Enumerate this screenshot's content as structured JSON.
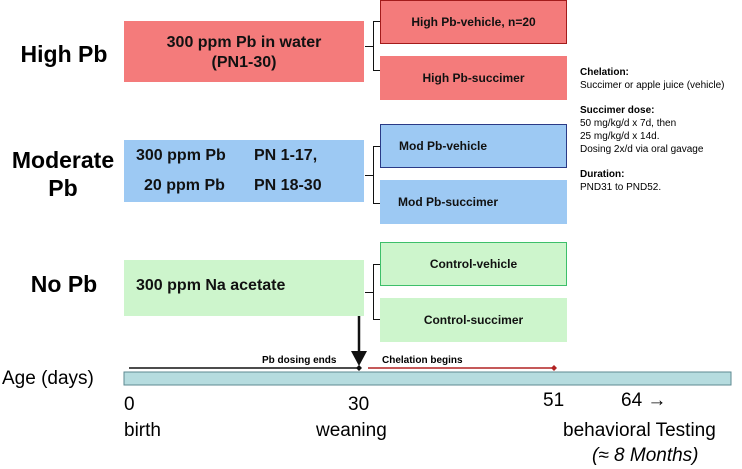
{
  "groups": [
    {
      "label_line1": "High Pb",
      "label_line2": "",
      "treatment_line1": "300 ppm Pb in water",
      "treatment_line2": "(PN1-30)",
      "subgroups": [
        "High Pb-vehicle, n=20",
        "High Pb-succimer"
      ]
    },
    {
      "label_line1": "Moderate",
      "label_line2": "Pb",
      "treatment_rows": [
        {
          "dose": "300 ppm Pb",
          "period": "PN 1-17,"
        },
        {
          "dose": "20 ppm Pb",
          "period": "PN 18-30"
        }
      ],
      "subgroups": [
        "Mod Pb-vehicle",
        "Mod Pb-succimer"
      ]
    },
    {
      "label_line1": "No Pb",
      "label_line2": "",
      "treatment_line1": "300 ppm Na acetate",
      "subgroups": [
        "Control-vehicle",
        "Control-succimer"
      ]
    }
  ],
  "notes": {
    "chelation_heading": "Chelation:",
    "chelation_text": "Succimer or apple juice (vehicle)",
    "dose_heading": "Succimer dose:",
    "dose_lines": [
      "50 mg/kg/d  x 7d, then",
      "25 mg/kg/d   x 14d.",
      "Dosing 2x/d via oral gavage"
    ],
    "duration_heading": "Duration:",
    "duration_text": "PND31 to PND52."
  },
  "timeline": {
    "axis_label": "Age (days)",
    "pb_dosing_label": "Pb dosing ends",
    "chelation_label": "Chelation begins",
    "ticks": [
      {
        "value": "0",
        "caption": "birth"
      },
      {
        "value": "30",
        "caption": "weaning"
      },
      {
        "value": "51",
        "caption": "behavioral Testing"
      },
      {
        "value": "64 →",
        "caption": "(≈ 8 Months)"
      }
    ]
  },
  "colors": {
    "high_pb": "#f47b7b",
    "moderate_pb": "#9dc9f3",
    "no_pb": "#cdf5cc",
    "timeline_bar": "#b6dcdf",
    "chelation_line": "#b22222"
  }
}
